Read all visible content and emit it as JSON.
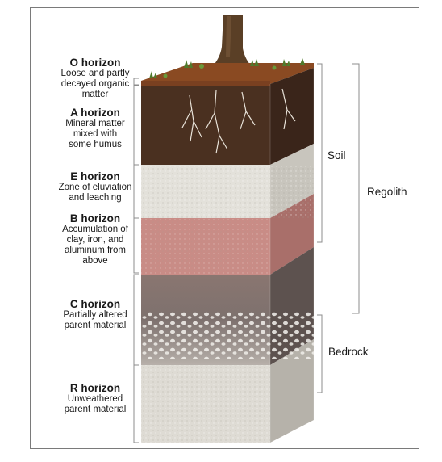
{
  "horizons": [
    {
      "name": "O horizon",
      "desc": "Loose and partly decayed organic matter"
    },
    {
      "name": "A horizon",
      "desc": "Mineral matter mixed with some humus"
    },
    {
      "name": "E horizon",
      "desc": "Zone of eluviation and leaching"
    },
    {
      "name": "B horizon",
      "desc": "Accumulation of clay, iron, and aluminum from above"
    },
    {
      "name": "C horizon",
      "desc": "Partially altered parent material"
    },
    {
      "name": "R horizon",
      "desc": "Unweathered parent material"
    }
  ],
  "groups": {
    "soil": "Soil",
    "regolith": "Regolith",
    "bedrock": "Bedrock"
  },
  "colors": {
    "organic_litter": "#8a4a22",
    "a_horizon": "#4a3020",
    "e_horizon": "#e3e1da",
    "b_horizon": "#c98c86",
    "c_horizon": "#8b7d78",
    "r_horizon": "#dedbd4",
    "bracket": "#8c8c8c"
  }
}
